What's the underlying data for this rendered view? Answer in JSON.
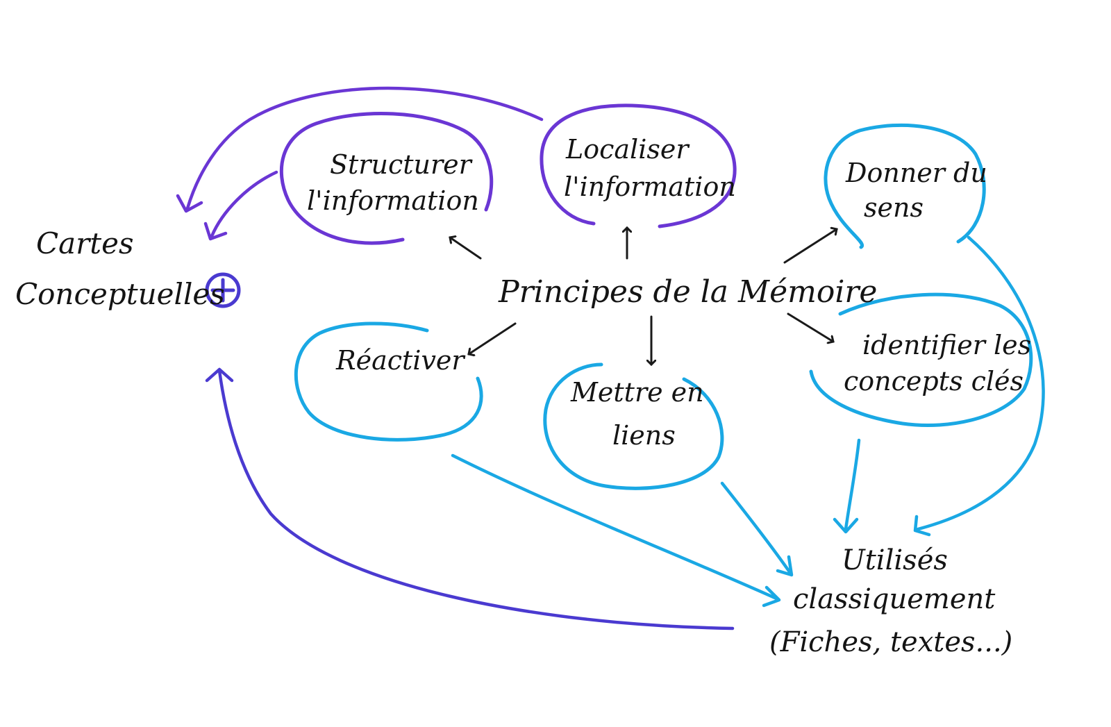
{
  "center": {
    "label": "Principes de la Mémoire"
  },
  "nodes": {
    "structurer": {
      "line1": "Structurer",
      "line2": "l'information"
    },
    "localiser": {
      "line1": "Localiser",
      "line2": "l'information"
    },
    "donner": {
      "line1": "Donner du",
      "line2": "sens"
    },
    "reactiver": {
      "line1": "Réactiver"
    },
    "mettre": {
      "line1": "Mettre en",
      "line2": "liens"
    },
    "identifier": {
      "line1": "identifier les",
      "line2": "concepts clés"
    }
  },
  "cartes": {
    "line1": "Cartes",
    "line2": "Conceptuelles",
    "plus_symbol": "+"
  },
  "utilises": {
    "line1": "Utilisés",
    "line2": "classiquement",
    "line3": "(Fiches, textes...)"
  },
  "colors": {
    "purple": "#6a36d4",
    "indigo": "#4a3ad0",
    "cyan": "#1aa8e4",
    "ink": "#141414"
  }
}
